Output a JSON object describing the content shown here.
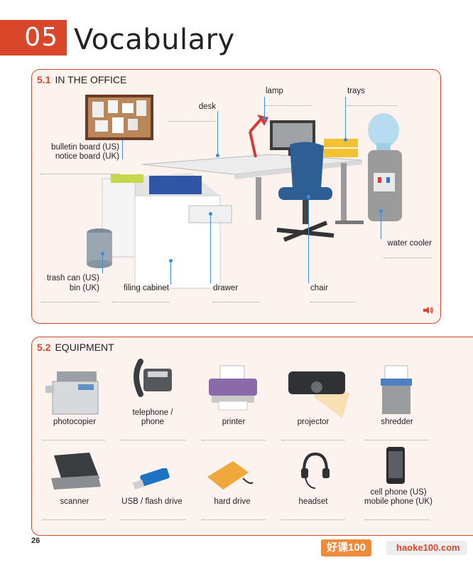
{
  "header": {
    "chapter_number": "05",
    "chapter_title": "Vocabulary"
  },
  "section1": {
    "number": "5.1",
    "title": "IN THE OFFICE",
    "labels": {
      "lamp": "lamp",
      "trays": "trays",
      "desk": "desk",
      "bulletin_line1": "bulletin board (US)",
      "bulletin_line2": "notice board (UK)",
      "water_cooler": "water cooler",
      "trash_line1": "trash can (US)",
      "trash_line2": "bin (UK)",
      "filing_cabinet": "filing cabinet",
      "drawer": "drawer",
      "chair": "chair"
    },
    "audio_icon": "speaker-icon"
  },
  "section2": {
    "number": "5.2",
    "title": "EQUIPMENT",
    "items": [
      {
        "line1": "photocopier",
        "line2": ""
      },
      {
        "line1": "telephone /",
        "line2": "phone"
      },
      {
        "line1": "printer",
        "line2": ""
      },
      {
        "line1": "projector",
        "line2": ""
      },
      {
        "line1": "shredder",
        "line2": ""
      },
      {
        "line1": "scanner",
        "line2": ""
      },
      {
        "line1": "USB / flash drive",
        "line2": ""
      },
      {
        "line1": "hard drive",
        "line2": ""
      },
      {
        "line1": "headset",
        "line2": ""
      },
      {
        "line1": "cell phone (US)",
        "line2": "mobile phone (UK)"
      }
    ]
  },
  "footer": {
    "page_number": "26"
  },
  "watermark": {
    "brand": "好课100",
    "url": "haoke100.com"
  },
  "colors": {
    "accent": "#d9472b",
    "panel_bg": "#fdf3ee",
    "pointer": "#3a8dd6"
  }
}
